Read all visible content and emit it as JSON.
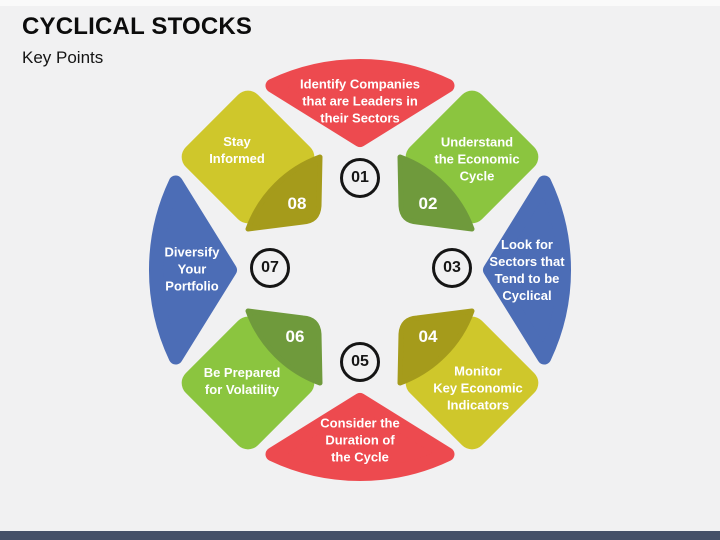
{
  "slide": {
    "title": "CYCLICAL STOCKS",
    "subtitle": "Key Points",
    "background_color": "#f1f1f2",
    "footer_bar_color": "#455068",
    "label_text_color": "#ffffff",
    "number_circle_border_color": "#151515"
  },
  "diagram": {
    "segments": [
      {
        "number": "01",
        "label": "Identify Companies\nthat are Leaders in\ntheir Sectors",
        "color": "#ed4a4f",
        "position": "top"
      },
      {
        "number": "02",
        "label": "Understand\nthe Economic\nCycle",
        "color": "#8bc53f",
        "overlay_color": "#6f9a3c",
        "position": "top-right"
      },
      {
        "number": "03",
        "label": "Look for\nSectors that\nTend to be\nCyclical",
        "color": "#4c6db6",
        "position": "right"
      },
      {
        "number": "04",
        "label": "Monitor\nKey Economic\nIndicators",
        "color": "#cfc72b",
        "overlay_color": "#a59b1b",
        "position": "bottom-right"
      },
      {
        "number": "05",
        "label": "Consider the\nDuration of\nthe Cycle",
        "color": "#ed4a4f",
        "position": "bottom"
      },
      {
        "number": "06",
        "label": "Be Prepared\nfor Volatility",
        "color": "#8bc53f",
        "overlay_color": "#6f9a3c",
        "position": "bottom-left"
      },
      {
        "number": "07",
        "label": "Diversify\nYour\nPortfolio",
        "color": "#4c6db6",
        "position": "left"
      },
      {
        "number": "08",
        "label": "Stay\nInformed",
        "color": "#cfc72b",
        "overlay_color": "#a59b1b",
        "position": "top-left"
      }
    ]
  }
}
